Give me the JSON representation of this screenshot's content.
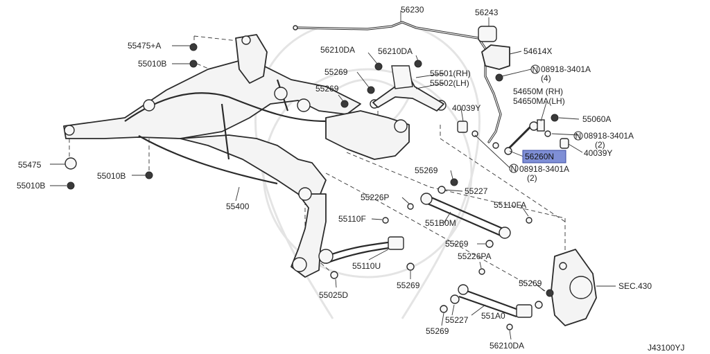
{
  "diagram_id": "J43100YJ",
  "labels": {
    "p56230": "56230",
    "p56243": "56243",
    "p54614x": "54614X",
    "p55475a": "55475+A",
    "p55010b_top": "55010B",
    "p56210da_l": "56210DA",
    "p56210da_r": "56210DA",
    "p55269_a": "55269",
    "p55501": "55501(RH)",
    "p55502": "55502(LH)",
    "p08918_a": "08918-3401A",
    "p08918_a_qty": "(4)",
    "p54650m": "54650M (RH)",
    "p54650ma": "54650MA(LH)",
    "p55269_b": "55269",
    "p40039y_l": "40039Y",
    "p55060a": "55060A",
    "p08918_b": "08918-3401A",
    "p08918_b_qty": "(2)",
    "p56260n": "56260N",
    "p40039y_r": "40039Y",
    "p55475": "55475",
    "p55010b_mid": "55010B",
    "p55010b_bot": "55010B",
    "p55269_c": "55269",
    "p08918_c": "08918-3401A",
    "p08918_c_qty": "(2)",
    "p55227_top": "55227",
    "p55226p": "55226P",
    "p55400": "55400",
    "p55110fa": "55110FA",
    "p55110f": "55110F",
    "p551b0m": "551B0M",
    "p55269_d": "55269",
    "p55226pa": "55226PA",
    "p55110u": "55110U",
    "p55269_e": "55269",
    "p55269_f": "55269",
    "sec430": "SEC.430",
    "p55025d": "55025D",
    "p55227_bot": "55227",
    "p551a0": "551A0",
    "p55269_g": "55269",
    "p56210da_bot": "56210DA",
    "n_symbol": "N"
  },
  "colors": {
    "line": "#2a2a2a",
    "highlight_fill": "#7f8fd6",
    "watermark": "#e4e4e4",
    "background": "#ffffff"
  }
}
